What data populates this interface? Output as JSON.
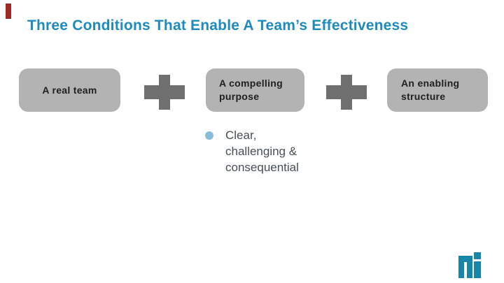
{
  "slide": {
    "title": "Three Conditions That Enable A Team’s Effectiveness",
    "title_color": "#1d8bbe",
    "accent_bar_color": "#9c2a25",
    "background_color": "#ffffff"
  },
  "conditions": {
    "box_fill": "#b3b3b3",
    "box_text_color": "#1f1f1f",
    "plus_color": "#6f6f6f",
    "items": [
      {
        "label": "A real team"
      },
      {
        "label": "A compelling purpose"
      },
      {
        "label": "An enabling structure"
      }
    ]
  },
  "bullet_list": {
    "bullet_color": "#87bed9",
    "text_color": "#474f57",
    "items": [
      {
        "text": "Clear, challenging & consequential"
      }
    ]
  },
  "logo": {
    "name": "m-logo",
    "color": "#1786ab"
  }
}
